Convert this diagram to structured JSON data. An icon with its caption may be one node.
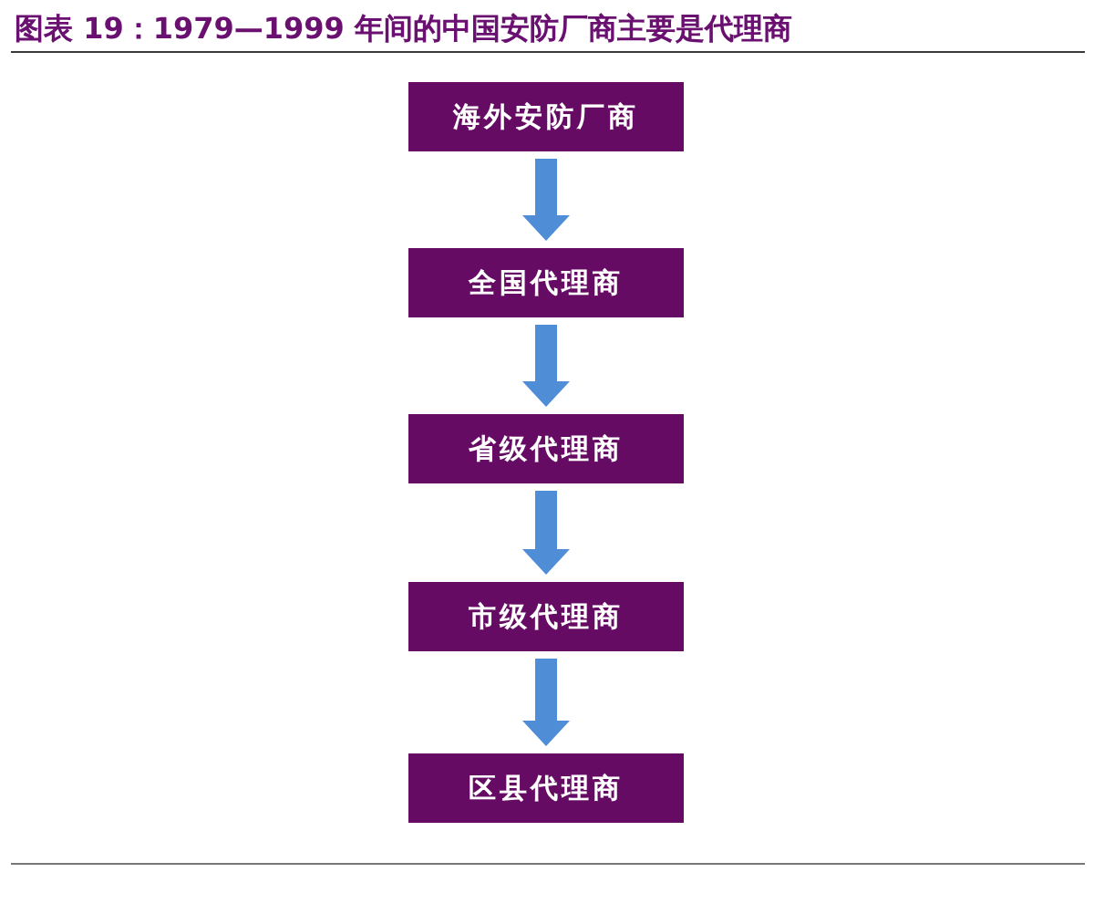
{
  "diagram": {
    "title": "图表 19：1979—1999 年间的中国安防厂商主要是代理商",
    "nodes": [
      {
        "text": [
          "海外安防厂商"
        ]
      },
      {
        "text": [
          "全国代理商"
        ]
      },
      {
        "text": [
          "省级代理商"
        ]
      },
      {
        "text": [
          "市级代理商"
        ]
      },
      {
        "text": [
          "区县代理商"
        ]
      }
    ],
    "edges": [
      {
        "from": 0,
        "to": 1,
        "arrow": "to"
      },
      {
        "from": 1,
        "to": 2,
        "arrow": "to"
      },
      {
        "from": 2,
        "to": 3,
        "arrow": "to"
      },
      {
        "from": 3,
        "to": 4,
        "arrow": "to"
      }
    ]
  }
}
